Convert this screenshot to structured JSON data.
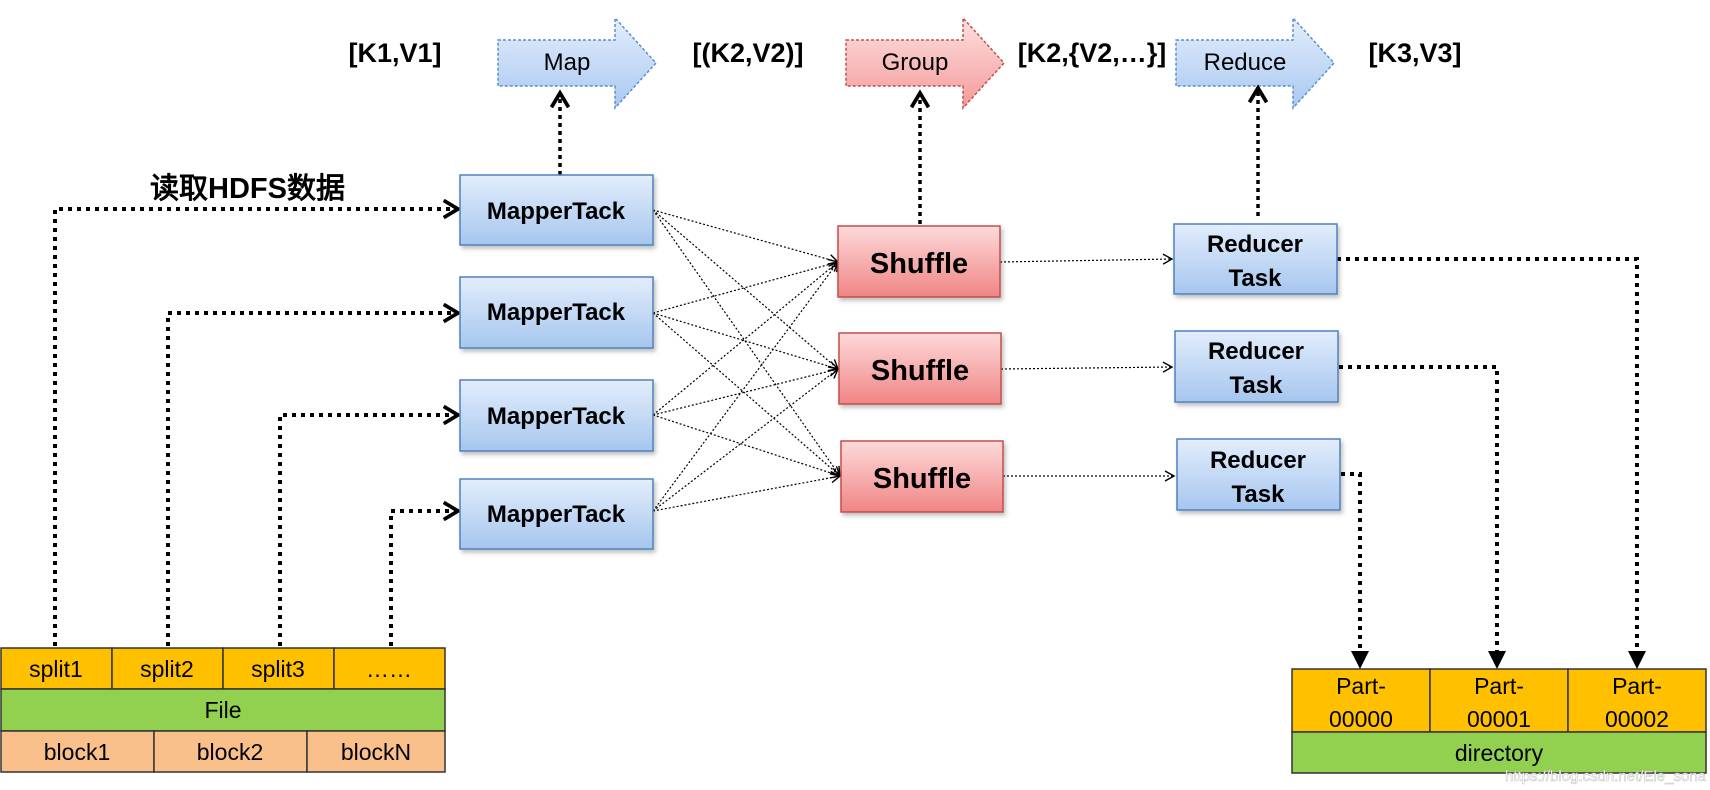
{
  "top_flow": {
    "kv_in": "[K1,V1]",
    "map_label": "Map",
    "kv_map_out": "[(K2,V2)]",
    "group_label": "Group",
    "kv_group_out": "[K2,{V2,…}]",
    "reduce_label": "Reduce",
    "kv_out": "[K3,V3]"
  },
  "read_label": "读取HDFS数据",
  "mappers": [
    "MapperTack",
    "MapperTack",
    "MapperTack",
    "MapperTack"
  ],
  "shuffles": [
    "Shuffle",
    "Shuffle",
    "Shuffle"
  ],
  "reducers": [
    [
      "Reducer",
      "Task"
    ],
    [
      "Reducer",
      "Task"
    ],
    [
      "Reducer",
      "Task"
    ]
  ],
  "input_file": {
    "splits": [
      "split1",
      "split2",
      "split3",
      "……"
    ],
    "file_label": "File",
    "blocks": [
      "block1",
      "block2",
      "blockN"
    ]
  },
  "output_dir": {
    "parts": [
      [
        "Part-",
        "00000"
      ],
      [
        "Part-",
        "00001"
      ],
      [
        "Part-",
        "00002"
      ]
    ],
    "dir_label": "directory"
  },
  "watermark": "https://blog.csdn.net/Ele_sona",
  "colors": {
    "blue_top": "#dce9fb",
    "blue_bottom": "#a9c8ef",
    "blue_border": "#4f81bd",
    "red_top": "#fcd2d2",
    "red_bottom": "#f28b8b",
    "red_border": "#c0504d",
    "orange": "#ffc000",
    "green": "#92d050",
    "salmon": "#f9c08c"
  }
}
